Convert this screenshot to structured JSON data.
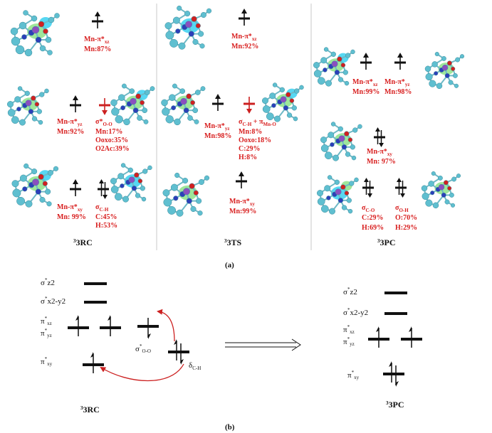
{
  "colors": {
    "label_red": "#d81e1e",
    "arrow_red": "#cc2020",
    "atom_cyan": "#5fbfd0",
    "atom_blue": "#2c3fb8",
    "atom_red": "#d02020",
    "orbital_green": "#8ee28a",
    "orbital_cyan": "#3ad0f0",
    "divider": "#c8c8c8"
  },
  "panel_a": {
    "caption": "(a)",
    "columns": [
      {
        "title_sup": "3",
        "title": "3RC"
      },
      {
        "title_sup": "3",
        "title": "3TS"
      },
      {
        "title_sup": "3",
        "title": "3PC"
      }
    ],
    "rc": {
      "r1": {
        "l1_main": "Mn-π*",
        "l1_sub": "xz",
        "l2": "Mn:87%"
      },
      "r2a": {
        "l1_main": "Mn-π*",
        "l1_sub": "yz",
        "l2": "Mn:92%"
      },
      "r2b": {
        "l1_main": "σ*",
        "l1_sub": "O-O",
        "l2": "Mn:17%",
        "l3": "Ooxo:35%",
        "l4": "O2Ac:39%"
      },
      "r3a": {
        "l1_main": "Mn-π*",
        "l1_sub": "xy",
        "l2": "Mn: 99%"
      },
      "r3b": {
        "l1_main": "σ",
        "l1_sub": "C-H",
        "l2": "C:45%",
        "l3": "H:53%"
      }
    },
    "ts": {
      "r1": {
        "l1_main": "Mn-π*",
        "l1_sub": "xz",
        "l2": "Mn:92%"
      },
      "r2a": {
        "l1_main": "Mn-π*",
        "l1_sub": "yz",
        "l2": "Mn:98%"
      },
      "r2b": {
        "l1_main": "σ",
        "l1_sub": "C-H",
        "l1_plus": " + π",
        "l1_sub2": "Mn-O",
        "l2": "Mn:8%",
        "l3": "Ooxo:18%",
        "l4": "C:29%",
        "l5": "H:8%"
      },
      "r3": {
        "l1_main": "Mn-π*",
        "l1_sub": "xy",
        "l2": "Mn:99%"
      }
    },
    "pc": {
      "r1a": {
        "l1_main": "Mn-π*",
        "l1_sub": "xz",
        "l2": "Mn:99%"
      },
      "r1b": {
        "l1_main": "Mn-π*",
        "l1_sub": "yz",
        "l2": "Mn:98%"
      },
      "r2": {
        "l1_main": "Mn-π*",
        "l1_sub": "xy",
        "l2": "Mn: 97%"
      },
      "r3a": {
        "l1_main": "σ",
        "l1_sub": "C-O",
        "l2": "C:29%",
        "l3": "H:69%"
      },
      "r3b": {
        "l1_main": "σ",
        "l1_sub": "O-H",
        "l2": "O:70%",
        "l3": "H:29%"
      }
    }
  },
  "panel_b": {
    "caption": "(b)",
    "left": {
      "title_sup": "3",
      "title": "3RC",
      "z2": {
        "main": "σ",
        "sup": "*",
        "rest": "z2"
      },
      "x2y2": {
        "main": "σ",
        "sup": "*",
        "rest": "x2-y2"
      },
      "pxz": {
        "main": "π",
        "sup": "*",
        "sub": "xz"
      },
      "pyz": {
        "main": "π",
        "sup": "*",
        "sub": "yz"
      },
      "pxy": {
        "main": "π",
        "sup": "*",
        "sub": "xy"
      },
      "soo": {
        "main": "σ",
        "sup": "*",
        "sub": "O-O"
      },
      "dch": {
        "main": "δ",
        "sub": "C-H"
      }
    },
    "right": {
      "title_sup": "3",
      "title": "3PC",
      "z2": {
        "main": "σ",
        "sup": "*",
        "rest": "z2"
      },
      "x2y2": {
        "main": "σ",
        "sup": "*",
        "rest": "x2-y2"
      },
      "pxz": {
        "main": "π",
        "sup": "*",
        "sub": "xz"
      },
      "pyz": {
        "main": "π",
        "sup": "*",
        "sub": "yz"
      },
      "pxy": {
        "main": "π",
        "sup": "*",
        "sub": "xy"
      }
    }
  }
}
